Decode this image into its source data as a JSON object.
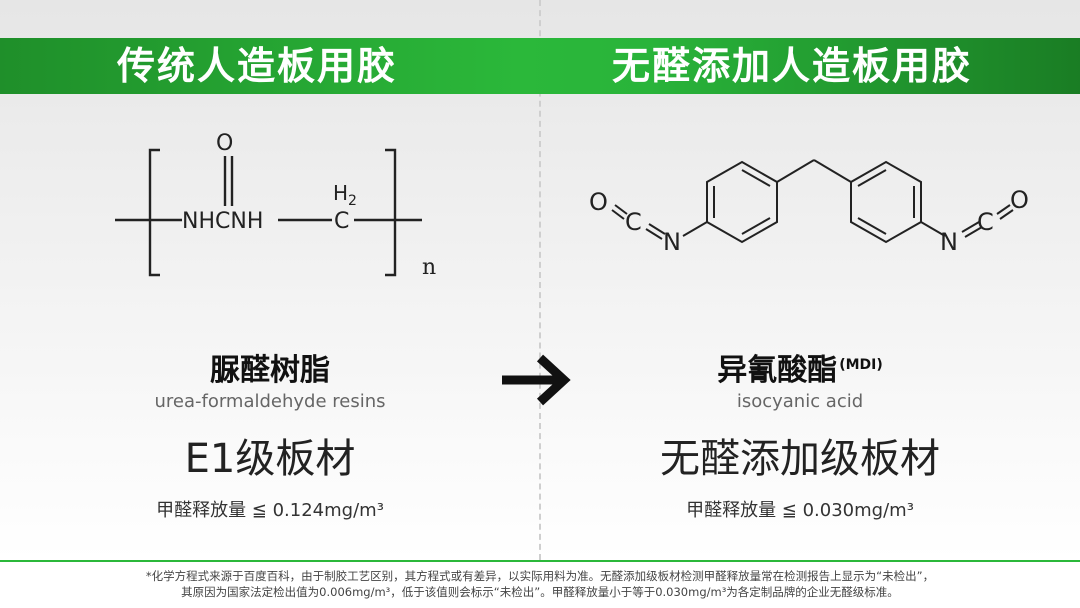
{
  "left": {
    "title": "传统人造板用胶",
    "structure_labels": {
      "oxygen": "O",
      "chain": "NHCNH",
      "h2": "H2",
      "carbon": "C",
      "n": "n"
    },
    "name_cn": "脲醛树脂",
    "name_en": "urea-formaldehyde resins",
    "grade": "E1级板材",
    "emission": "甲醛释放量 ≦ 0.124mg/m³"
  },
  "right": {
    "title": "无醛添加人造板用胶",
    "structure_labels": {
      "left_o": "O",
      "left_c": "C",
      "left_n": "N",
      "right_n": "N",
      "right_c": "C",
      "right_o": "O"
    },
    "name_cn": "异氰酸酯",
    "name_tag": "(MDI)",
    "name_en": "isocyanic acid",
    "grade": "无醛添加级板材",
    "emission": "甲醛释放量 ≦ 0.030mg/m³"
  },
  "footnote": {
    "line1": "*化学方程式来源于百度百科，由于制胶工艺区别，其方程式或有差异，以实际用料为准。无醛添加级板材检测甲醛释放量常在检测报告上显示为“未检出”，",
    "line2": "其原因为国家法定检出值为0.006mg/m³，低于该值则会标示“未检出”。甲醛释放量小于等于0.030mg/m³为各定制品牌的企业无醛级标准。"
  },
  "colors": {
    "header_green": "#2bb83a",
    "header_dark_green": "#1a7d24"
  },
  "icons": {
    "transition": "right-arrow-icon"
  }
}
